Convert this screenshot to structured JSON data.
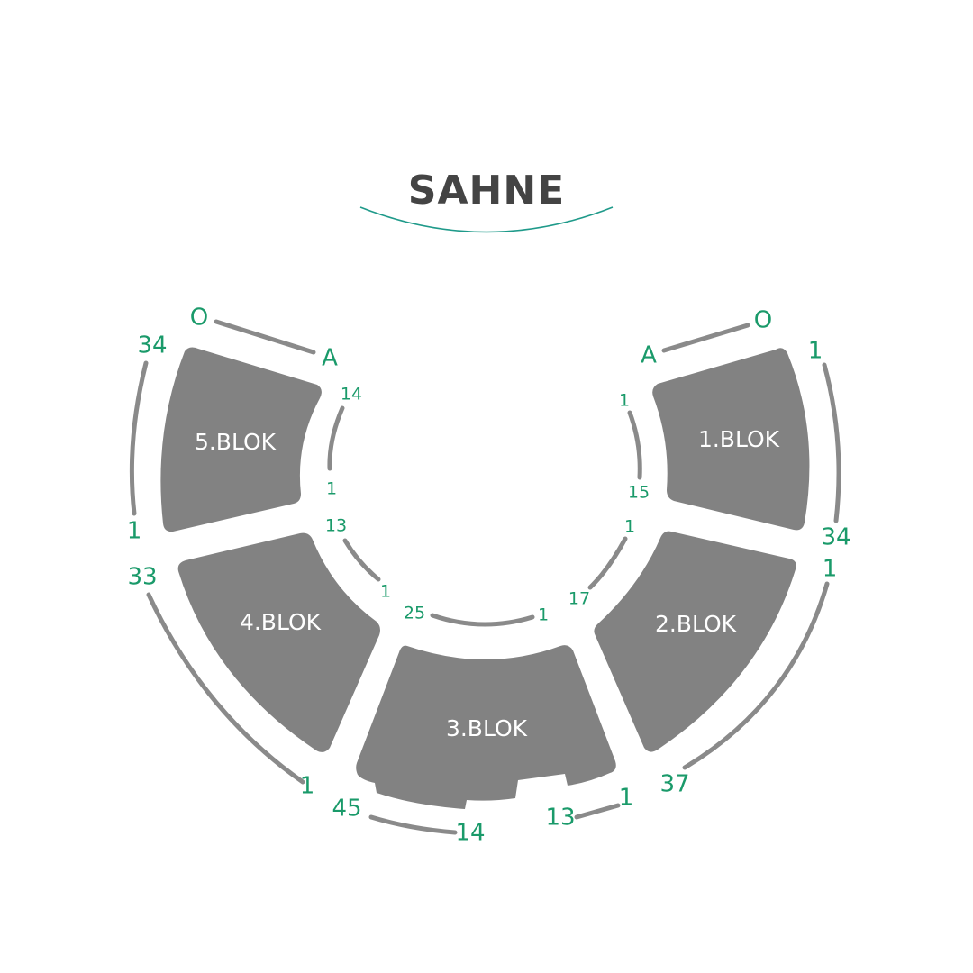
{
  "stage": {
    "title": "SAHNE"
  },
  "blocks": [
    {
      "label": "1.BLOK"
    },
    {
      "label": "2.BLOK"
    },
    {
      "label": "3.BLOK"
    },
    {
      "label": "4.BLOK"
    },
    {
      "label": "5.BLOK"
    }
  ],
  "row_letters": {
    "left_o": "O",
    "left_a": "A",
    "right_a": "A",
    "right_o": "O"
  },
  "seat_numbers": {
    "b5_outer_top": "34",
    "b5_outer_bottom": "1",
    "b5_inner_top": "14",
    "b5_inner_bottom": "1",
    "b4_outer_top": "33",
    "b4_outer_bottom": "1",
    "b4_inner_top": "13",
    "b4_inner_bottom": "1",
    "b3_inner_left": "25",
    "b3_inner_right": "1",
    "b3_outer_left": "45",
    "b3_outer_mid": "14",
    "b3_outer_right_a": "13",
    "b3_outer_right_b": "1",
    "b2_inner_top": "1",
    "b2_inner_bottom": "17",
    "b2_outer_top": "1",
    "b2_outer_bottom": "37",
    "b1_inner_top": "1",
    "b1_inner_bottom": "15",
    "b1_outer_top": "1",
    "b1_outer_bottom": "34"
  }
}
